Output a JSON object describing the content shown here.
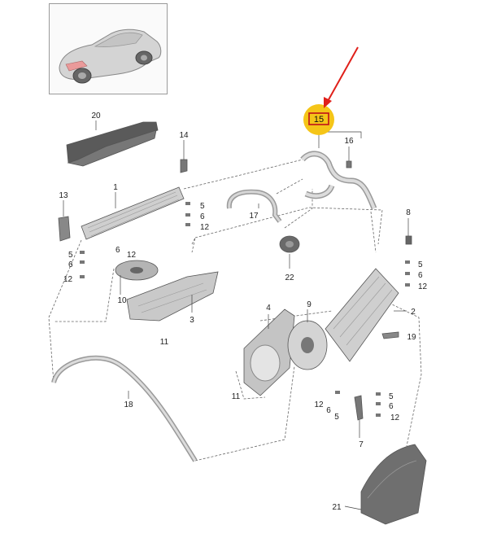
{
  "overview_image": {
    "icon": "sports-car-icon"
  },
  "highlight": {
    "part_number": "15",
    "marker_color": "#f5c518",
    "arrow_color": "#e0201a",
    "box_color": "#c0101a"
  },
  "labels": {
    "p1": "1",
    "p2": "2",
    "p3": "3",
    "p4": "4",
    "p5a": "5",
    "p5b": "5",
    "p5c": "5",
    "p5d": "5",
    "p5e": "5",
    "p6a": "6",
    "p6b": "6",
    "p6c": "6",
    "p6d": "6",
    "p6e": "6",
    "p7": "7",
    "p8": "8",
    "p9": "9",
    "p10": "10",
    "p11a": "11",
    "p11b": "11",
    "p12a": "12",
    "p12b": "12",
    "p12c": "12",
    "p12d": "12",
    "p12e": "12",
    "p12f": "12",
    "p13": "13",
    "p14": "14",
    "p16": "16",
    "p17": "17",
    "p18": "18",
    "p19": "19",
    "p20": "20",
    "p21": "21",
    "p22": "22"
  }
}
